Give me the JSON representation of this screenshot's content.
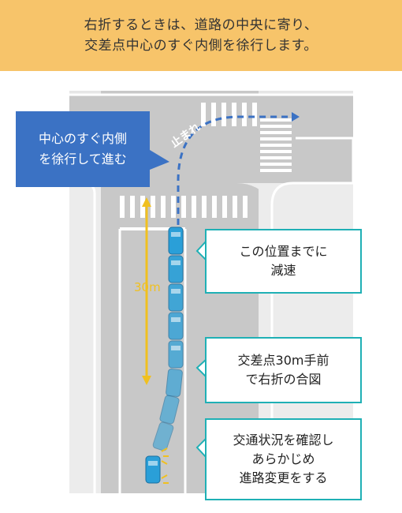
{
  "header": {
    "line1": "右折するときは、道路の中央に寄り、",
    "line2": "交差点中心のすぐ内側を徐行します。"
  },
  "labels": {
    "center_line1": "中心のすぐ内側",
    "center_line2": "を徐行して進む",
    "slow_line1": "この位置までに",
    "slow_line2": "減速",
    "signal_line1": "交差点30m手前",
    "signal_line2": "で右折の合図",
    "lane_line1": "交通状況を確認し",
    "lane_line2": "あらかじめ",
    "lane_line3": "進路変更をする",
    "distance": "30m",
    "road_marking": "止まれ"
  },
  "colors": {
    "header_bg": "#f7c46a",
    "callout_border": "#1fb0b5",
    "blue_label": "#3b72c4",
    "car": "#2a9fd8",
    "arrow": "#f0c020",
    "path": "#3b72c4"
  }
}
